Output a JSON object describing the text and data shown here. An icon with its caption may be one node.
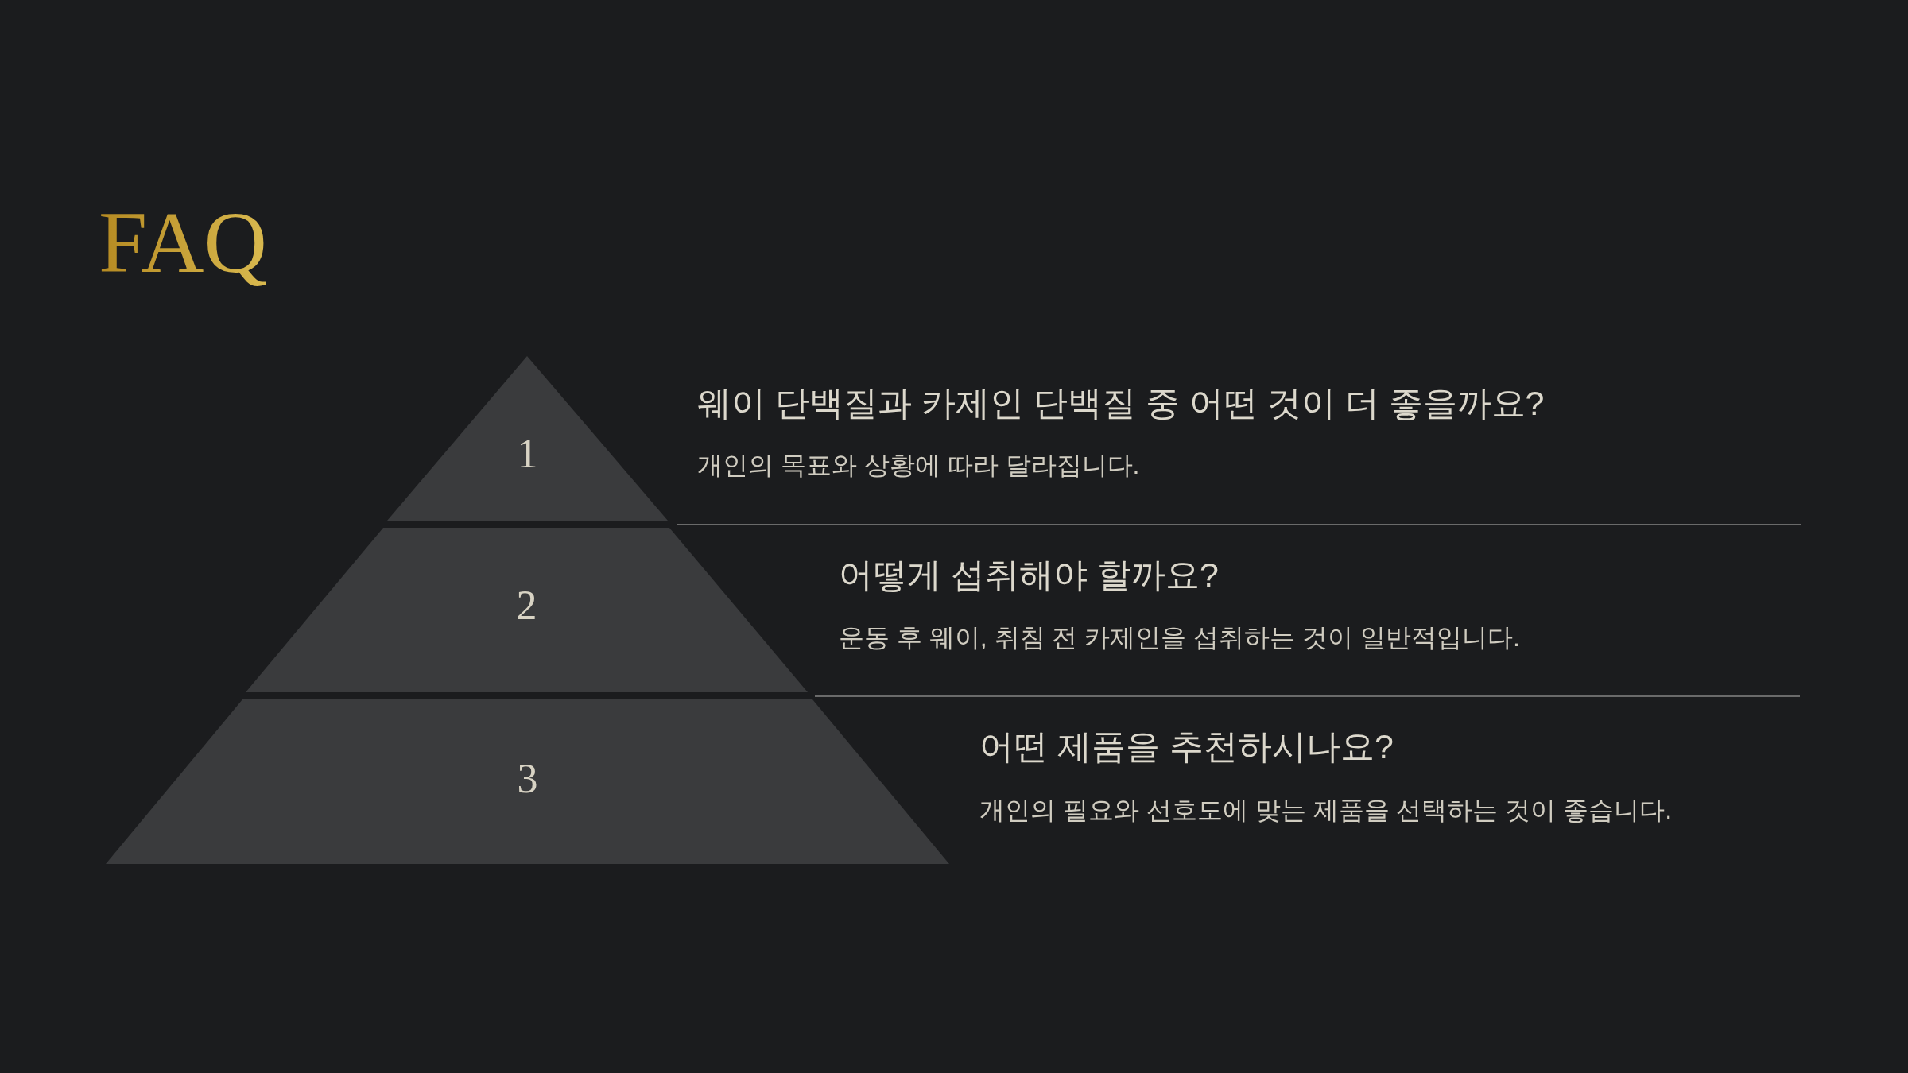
{
  "diagram": {
    "title": "FAQ",
    "nodes": [
      {
        "text": [
          "1"
        ],
        "beside": [
          "웨이 단백질과 카제인 단백질 중 어떤 것이 더 좋을까요?",
          "개인의 목표와 상황에 따라 달라집니다."
        ]
      },
      {
        "text": [
          "2"
        ],
        "beside": [
          "어떻게 섭취해야 할까요?",
          "운동 후 웨이, 취침 전 카제인을 섭취하는 것이 일반적입니다."
        ]
      },
      {
        "text": [
          "3"
        ],
        "beside": [
          "어떤 제품을 추천하시나요?",
          "개인의 필요와 선호도에 맞는 제품을 선택하는 것이 좋습니다."
        ]
      }
    ]
  }
}
